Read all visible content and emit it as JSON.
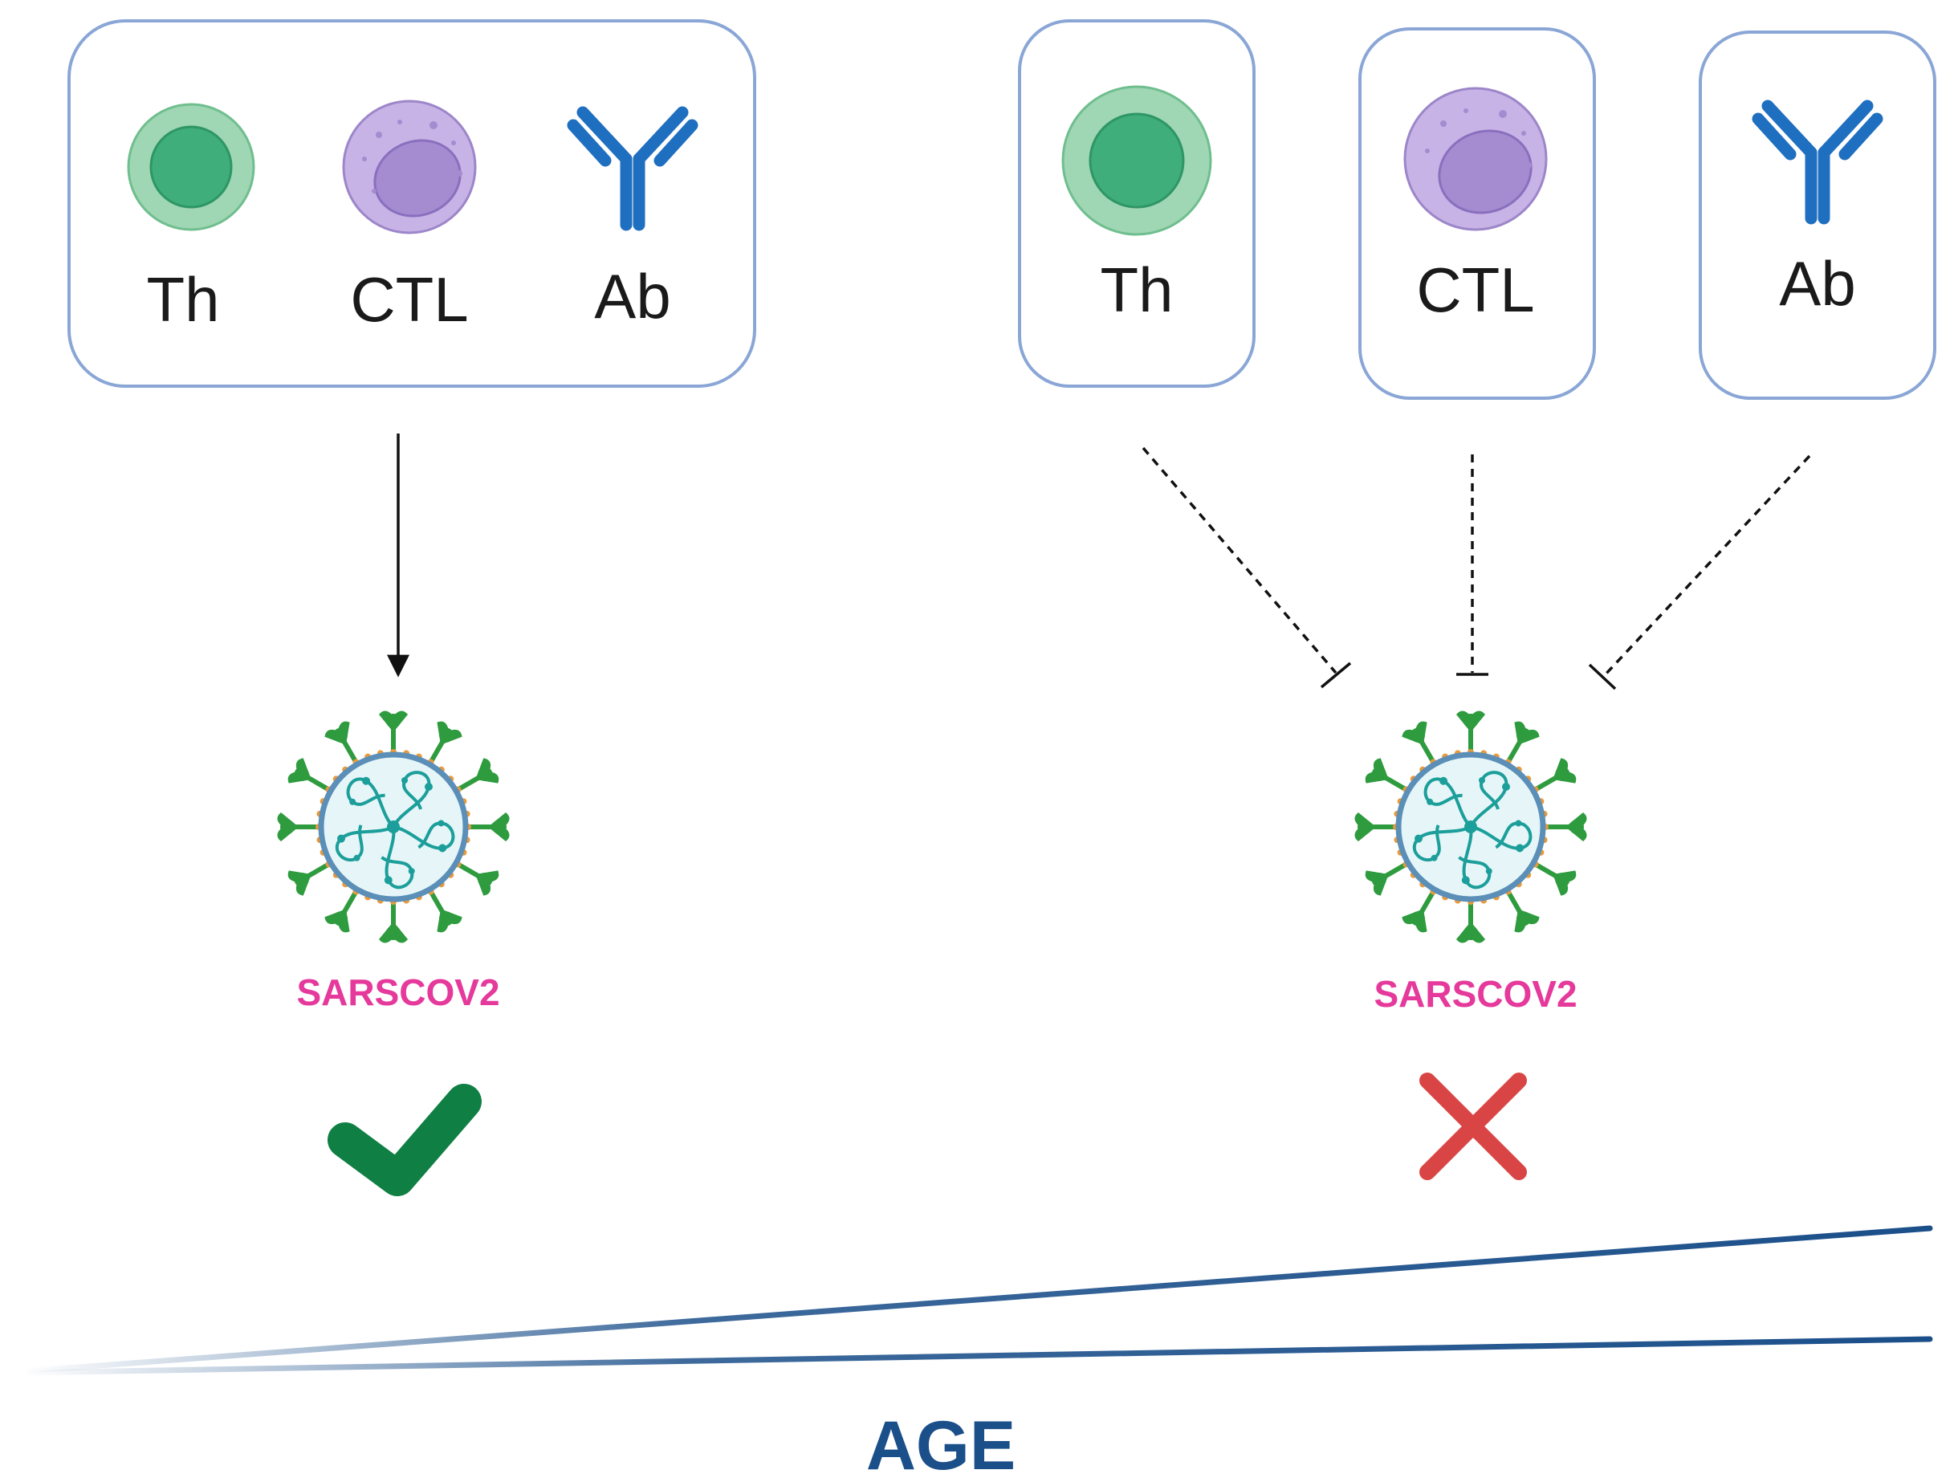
{
  "left_panel": {
    "labels": {
      "th": "Th",
      "ctl": "CTL",
      "ab": "Ab"
    },
    "virus_label": "SARSCOV2"
  },
  "right_panel": {
    "labels": {
      "th": "Th",
      "ctl": "CTL",
      "ab": "Ab"
    },
    "virus_label": "SARSCOV2"
  },
  "axis": {
    "label": "AGE"
  },
  "outcomes": {
    "left": "check-icon",
    "right": "cross-icon"
  },
  "colors": {
    "box_border": "#8aa6d6",
    "th_outer": "#9fd6b4",
    "th_inner": "#3fae7a",
    "ctl_outer": "#c7b3e5",
    "ctl_inner": "#a58bd0",
    "antibody": "#1f6fc0",
    "virus_spike": "#2e9b3e",
    "virus_body": "#e6f6f8",
    "virus_rna": "#1c9e9a",
    "check": "#0f7f44",
    "cross": "#d94545",
    "age_line": "#1b4f8a",
    "virus_label": "#e5399b"
  }
}
